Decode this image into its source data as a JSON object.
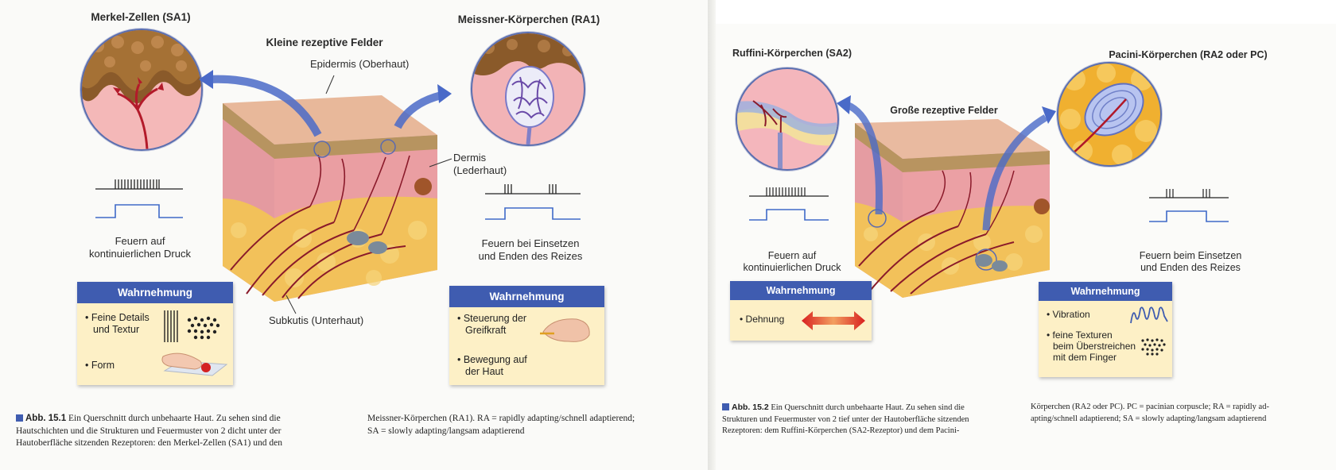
{
  "fig1": {
    "merkel_title": "Merkel-Zellen (SA1)",
    "meissner_title": "Meissner-Körperchen (RA1)",
    "field_title": "Kleine rezeptive Felder",
    "epidermis": "Epidermis (Oberhaut)",
    "dermis_1": "Dermis",
    "dermis_2": "(Lederhaut)",
    "subcutis": "Subkutis (Unterhaut)",
    "merkel_fire_1": "Feuern auf",
    "merkel_fire_2": "kontinuierlichen Druck",
    "meissner_fire_1": "Feuern bei Einsetzen",
    "meissner_fire_2": "und Enden des Reizes",
    "perc_left": {
      "header": "Wahrnehmung",
      "item1_a": "• Feine Details",
      "item1_b": "und Textur",
      "item2": "• Form"
    },
    "perc_right": {
      "header": "Wahrnehmung",
      "item1_a": "• Steuerung der",
      "item1_b": "Greifkraft",
      "item2_a": "• Bewegung auf",
      "item2_b": "der Haut"
    },
    "caption": {
      "label": "Abb. 15.1",
      "col1_l1": "Ein Querschnitt durch unbehaarte Haut. Zu sehen sind die",
      "col1_l2": "Hautschichten und die Strukturen und Feuermuster von 2 dicht unter der",
      "col1_l3": "Hautoberfläche sitzenden Rezeptoren: den Merkel-Zellen (SA1) und den",
      "col2_l1": "Meissner-Körperchen (RA1). RA = rapidly adapting/schnell adaptierend;",
      "col2_l2": "SA = slowly adapting/langsam adaptierend"
    }
  },
  "fig2": {
    "ruffini_title": "Ruffini-Körperchen (SA2)",
    "pacini_title": "Pacini-Körperchen (RA2 oder PC)",
    "field_title": "Große rezeptive Felder",
    "ruffini_fire_1": "Feuern auf",
    "ruffini_fire_2": "kontinuierlichen Druck",
    "pacini_fire_1": "Feuern beim Einsetzen",
    "pacini_fire_2": "und Enden des Reizes",
    "perc_left": {
      "header": "Wahrnehmung",
      "item1": "• Dehnung"
    },
    "perc_right": {
      "header": "Wahrnehmung",
      "item1": "• Vibration",
      "item2_a": "• feine Texturen",
      "item2_b": "beim Überstreichen",
      "item2_c": "mit dem Finger"
    },
    "caption": {
      "label": "Abb. 15.2",
      "col1_l1": "Ein Querschnitt durch unbehaarte Haut. Zu sehen sind die",
      "col1_l2": "Strukturen und Feuermuster von 2 tief unter der Hautoberfläche sitzenden",
      "col1_l3": "Rezeptoren: dem Ruffini-Körperchen (SA2-Rezeptor) und dem Pacini-",
      "col2_l1": "Körperchen (RA2 oder PC). PC = pacinian corpuscle; RA = rapidly ad-",
      "col2_l2": "apting/schnell adaptierend; SA = slowly adapting/langsam adaptierend"
    }
  },
  "colors": {
    "accent_blue": "#3f5cb0",
    "box_fill": "#fdf0c6",
    "skin_pink": "#e99aa0",
    "fat_yellow": "#f2c15a"
  }
}
